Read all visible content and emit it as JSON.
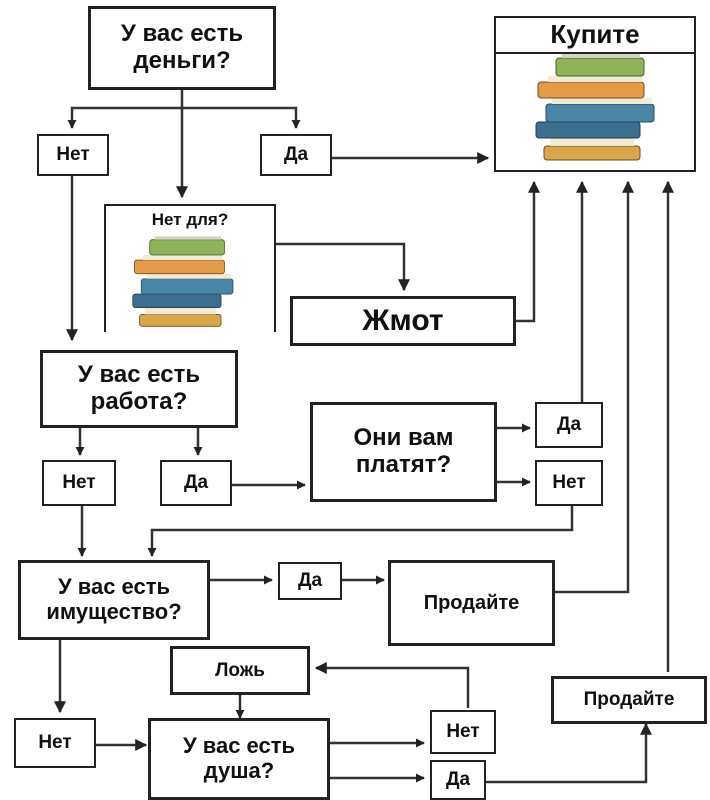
{
  "nodes": {
    "money_q": "У вас есть\nденьги?",
    "no1": "Нет",
    "yes1": "Да",
    "buy": "Купите",
    "why_no": "Нет для?",
    "stingy": "Жмот",
    "job_q": "У вас есть\nработа?",
    "no2": "Нет",
    "yes2": "Да",
    "pay_q": "Они вам\nплатят?",
    "yes3": "Да",
    "no3": "Нет",
    "property_q": "У вас есть\nимущество?",
    "yes4": "Да",
    "sell1": "Продайте",
    "lie": "Ложь",
    "no4": "Нет",
    "soul_q": "У вас есть\nдуша?",
    "no5": "Нет",
    "yes5": "Да",
    "sell2": "Продайте"
  },
  "images": {
    "books_1": "book-stack-image",
    "books_2": "book-stack-image"
  }
}
